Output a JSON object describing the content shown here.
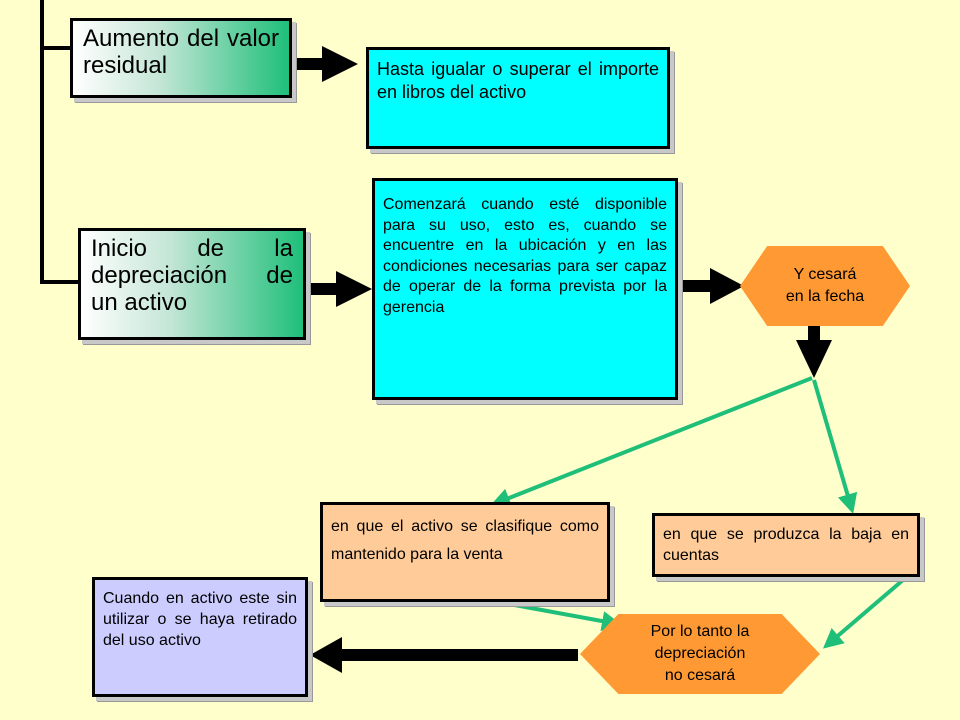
{
  "nodes": {
    "aumento": "Aumento del valor residual",
    "hasta": "Hasta igualar o superar el importe en libros del activo",
    "inicio": "Inicio de la depreciación de un activo",
    "comenzara": "Comenzará cuando esté disponible para su uso, esto es, cuando se encuentre en la ubicación y en las condiciones necesarias para ser capaz de operar de la forma prevista por la gerencia",
    "cesara_line1": "Y cesará",
    "cesara_line2": "en la fecha",
    "clasifique": "en que el activo se clasifique como mantenido para la venta",
    "baja": "en que se produzca la baja en cuentas",
    "portanto_line1": "Por lo tanto la",
    "portanto_line2": "depreciación",
    "portanto_line3": "no cesará",
    "cuando": "Cuando en activo este sin utilizar o se haya retirado del uso activo"
  },
  "colors": {
    "background": "#ffffcc",
    "cyan": "#00ffff",
    "salmon": "#ffcc99",
    "lavender": "#ccccff",
    "orange": "#ff9933",
    "green_arrow": "#1fbf7a",
    "green_gradient_end": "#1fbf7a"
  }
}
